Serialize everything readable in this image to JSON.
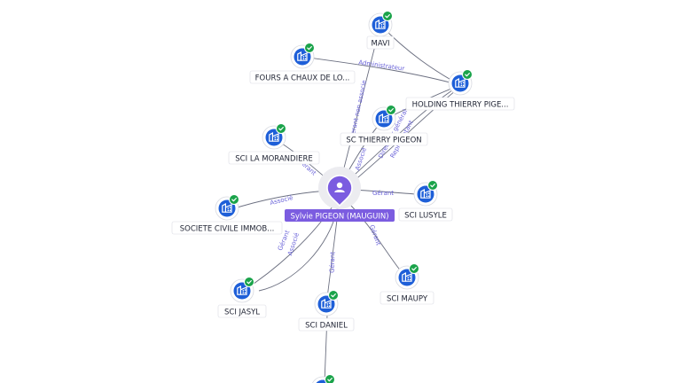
{
  "center": {
    "name": "Sylvie PIGEON (MAUGUIN)",
    "icon": "person-icon",
    "color": "#7b5ce0"
  },
  "companies": [
    {
      "id": "mavi",
      "label": "MAVI"
    },
    {
      "id": "fours",
      "label": "FOURS A CHAUX DE LO..."
    },
    {
      "id": "holding",
      "label": "HOLDING THIERRY PIGE..."
    },
    {
      "id": "scthierry",
      "label": "SC THIERRY PIGEON"
    },
    {
      "id": "morandiere",
      "label": "SCI LA MORANDIERE"
    },
    {
      "id": "lusyle",
      "label": "SCI LUSYLE"
    },
    {
      "id": "societe",
      "label": "SOCIETE CIVILE IMMOB..."
    },
    {
      "id": "maupy",
      "label": "SCI MAUPY"
    },
    {
      "id": "jasyl",
      "label": "SCI JASYL"
    },
    {
      "id": "daniel",
      "label": "SCI DANIEL"
    },
    {
      "id": "bottom",
      "label": ""
    }
  ],
  "relations": [
    {
      "id": "center-mavi",
      "label": "Gerant non associe"
    },
    {
      "id": "center-scthierry",
      "label": "Associé"
    },
    {
      "id": "center-holding-a",
      "label": "Directeur général"
    },
    {
      "id": "center-holding-b",
      "label": "Représentant"
    },
    {
      "id": "center-morandiere",
      "label": "Gérant"
    },
    {
      "id": "center-societe",
      "label": "Associé"
    },
    {
      "id": "center-lusyle",
      "label": "Gérant"
    },
    {
      "id": "center-maupy",
      "label": "Gérant"
    },
    {
      "id": "center-jasyl-a",
      "label": "Gérant"
    },
    {
      "id": "center-jasyl-b",
      "label": "Associé"
    },
    {
      "id": "center-daniel",
      "label": "Gérant"
    },
    {
      "id": "holding-fours",
      "label": "Administrateur"
    },
    {
      "id": "holding-mavi",
      "label": ""
    },
    {
      "id": "holding-scthierry",
      "label": ""
    },
    {
      "id": "daniel-bottom",
      "label": ""
    }
  ],
  "icons": {
    "company": "building-icon",
    "badge": "verified-check-icon"
  },
  "colors": {
    "edge_label": "#6a63d9",
    "company_disc": "#1e5fd8",
    "badge": "#1aa34a"
  }
}
